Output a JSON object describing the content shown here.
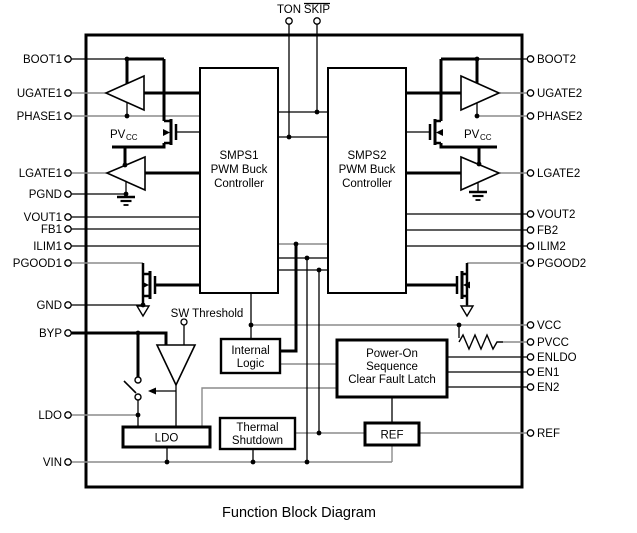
{
  "caption": "Function Block Diagram",
  "pins": {
    "top": [
      "TON",
      "SKIP"
    ],
    "left": [
      "BOOT1",
      "UGATE1",
      "PHASE1",
      "LGATE1",
      "PGND",
      "VOUT1",
      "FB1",
      "ILIM1",
      "PGOOD1",
      "GND",
      "BYP",
      "LDO",
      "VIN"
    ],
    "right": [
      "BOOT2",
      "UGATE2",
      "PHASE2",
      "LGATE2",
      "VOUT2",
      "FB2",
      "ILIM2",
      "PGOOD2",
      "VCC",
      "PVCC",
      "ENLDO",
      "EN1",
      "EN2",
      "REF"
    ]
  },
  "blocks": {
    "smps1": {
      "l1": "SMPS1",
      "l2": "PWM Buck",
      "l3": "Controller"
    },
    "smps2": {
      "l1": "SMPS2",
      "l2": "PWM Buck",
      "l3": "Controller"
    },
    "internal_logic": {
      "l1": "Internal",
      "l2": "Logic"
    },
    "thermal_shutdown": {
      "l1": "Thermal",
      "l2": "Shutdown"
    },
    "power_on": {
      "l1": "Power-On",
      "l2": "Sequence",
      "l3": "Clear Fault Latch"
    },
    "ref": {
      "label": "REF"
    },
    "ldo": {
      "label": "LDO"
    }
  },
  "annotations": {
    "sw_threshold": "SW Threshold",
    "pvcc": {
      "main": "PV",
      "sub": "CC"
    }
  },
  "colors": {
    "wire_black": "#000000",
    "wire_gray": "#8c8c8c",
    "background": "#ffffff"
  }
}
